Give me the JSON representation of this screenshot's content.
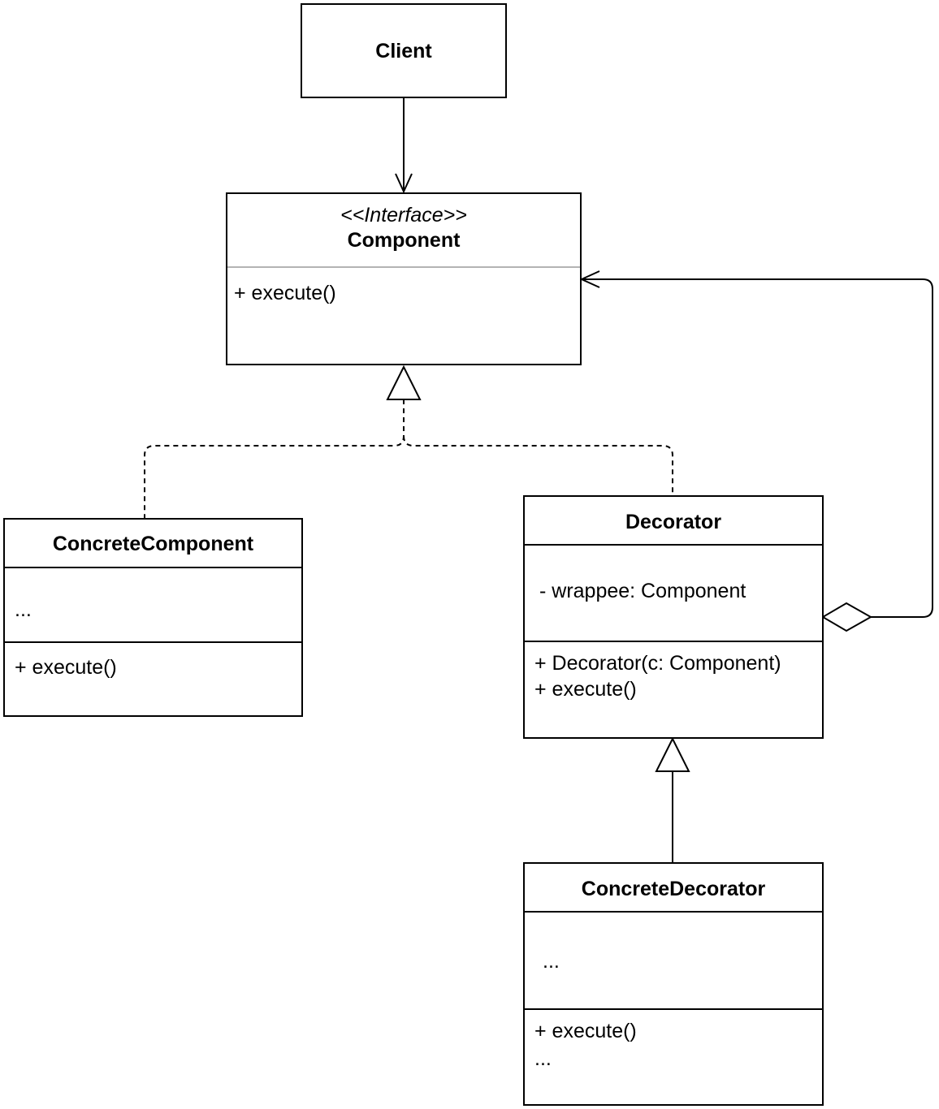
{
  "colors": {
    "line": "#000000",
    "background": "#ffffff",
    "compartment_divider": "#b3b3b3"
  },
  "classes": {
    "client": {
      "name": "Client"
    },
    "component": {
      "stereotype": "<<Interface>>",
      "name": "Component",
      "methods": [
        "+  execute()"
      ]
    },
    "concrete_component": {
      "name": "ConcreteComponent",
      "fields": [
        "..."
      ],
      "methods": [
        "+ execute()"
      ]
    },
    "decorator": {
      "name": "Decorator",
      "fields": [
        "- wrappee: Component"
      ],
      "methods": [
        "+ Decorator(c: Component)",
        "+ execute()"
      ]
    },
    "concrete_decorator": {
      "name": "ConcreteDecorator",
      "fields": [
        "..."
      ],
      "methods": [
        "+ execute()",
        "..."
      ]
    }
  },
  "relations": [
    {
      "from": "Client",
      "to": "Component",
      "kind": "association"
    },
    {
      "from": "ConcreteComponent",
      "to": "Component",
      "kind": "realization"
    },
    {
      "from": "Decorator",
      "to": "Component",
      "kind": "realization"
    },
    {
      "from": "Decorator",
      "to": "Component",
      "kind": "aggregation"
    },
    {
      "from": "ConcreteDecorator",
      "to": "Decorator",
      "kind": "inheritance"
    }
  ]
}
